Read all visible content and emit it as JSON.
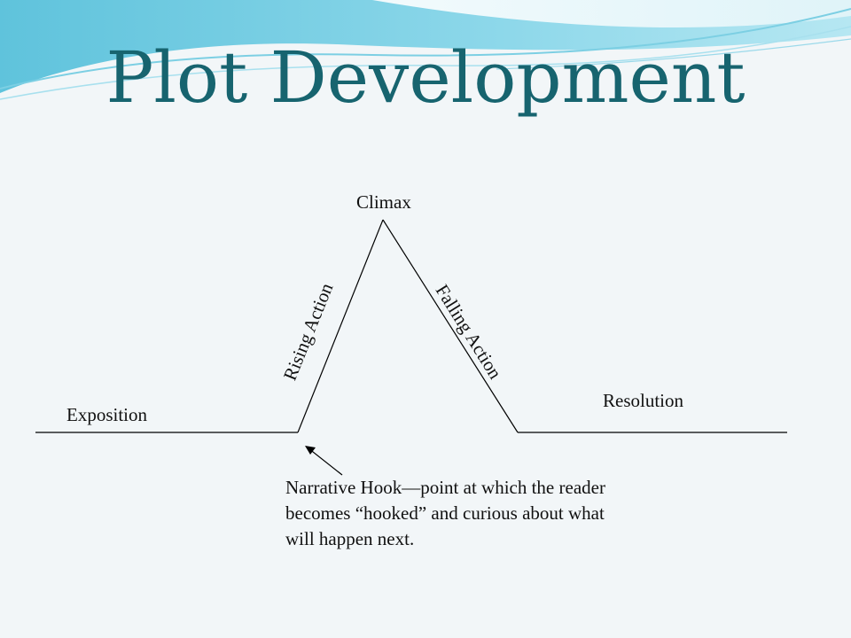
{
  "slide": {
    "title": "Plot Development"
  },
  "diagram": {
    "labels": {
      "climax": "Climax",
      "rising_action": "Rising Action",
      "falling_action": "Falling Action",
      "exposition": "Exposition",
      "resolution": "Resolution",
      "narrative_hook": "Narrative Hook—point at which the reader becomes “hooked” and curious about what will happen next."
    }
  },
  "colors": {
    "title": "#17646f",
    "background": "#f2f6f8",
    "wave_teal": "#5cc6dc",
    "line": "#000000"
  }
}
